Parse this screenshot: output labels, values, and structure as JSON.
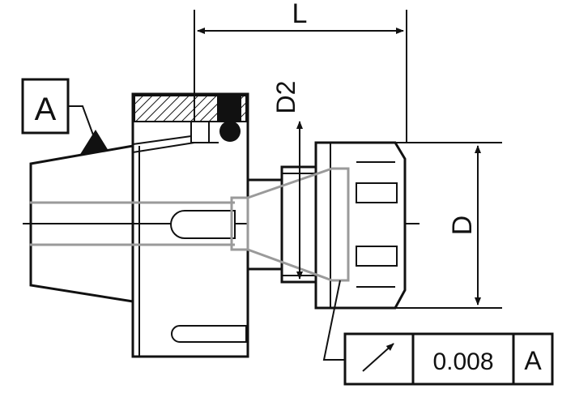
{
  "datum_label": "A",
  "dimensions": {
    "length": "L",
    "outer_diameter": "D",
    "bore_diameter": "D2"
  },
  "tolerance_frame": {
    "symbol": "circular-runout-arrow",
    "value": "0.008",
    "datum": "A"
  },
  "colors": {
    "line": "#111111",
    "hidden_collet": "#9a9a9a"
  }
}
